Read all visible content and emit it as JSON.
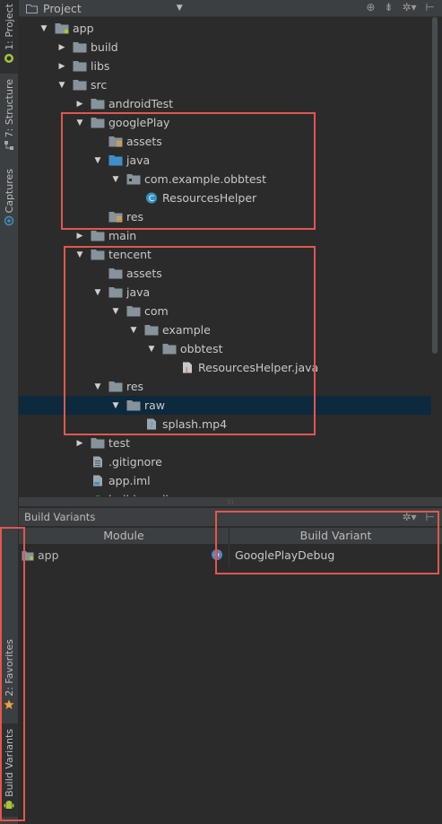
{
  "left_strip": {
    "project_tab": "1: Project",
    "structure_tab": "7: Structure",
    "captures_tab": "Captures",
    "favorites_tab": "2: Favorites",
    "build_variants_tab": "Build Variants"
  },
  "project_panel": {
    "title": "Project"
  },
  "tree": [
    {
      "label": "app",
      "level": 0,
      "arrow": "down",
      "icon": "module-folder-icon"
    },
    {
      "label": "build",
      "level": 1,
      "arrow": "right",
      "icon": "folder-icon"
    },
    {
      "label": "libs",
      "level": 1,
      "arrow": "right",
      "icon": "folder-icon"
    },
    {
      "label": "src",
      "level": 1,
      "arrow": "down",
      "icon": "folder-icon"
    },
    {
      "label": "androidTest",
      "level": 2,
      "arrow": "right",
      "icon": "folder-icon"
    },
    {
      "label": "googlePlay",
      "level": 2,
      "arrow": "down",
      "icon": "folder-icon"
    },
    {
      "label": "assets",
      "level": 3,
      "arrow": "none",
      "icon": "resource-folder-icon"
    },
    {
      "label": "java",
      "level": 3,
      "arrow": "down",
      "icon": "source-folder-icon"
    },
    {
      "label": "com.example.obbtest",
      "level": 4,
      "arrow": "down",
      "icon": "package-icon"
    },
    {
      "label": "ResourcesHelper",
      "level": 5,
      "arrow": "none",
      "icon": "class-icon"
    },
    {
      "label": "res",
      "level": 3,
      "arrow": "none",
      "icon": "resource-folder-icon"
    },
    {
      "label": "main",
      "level": 2,
      "arrow": "right",
      "icon": "folder-icon"
    },
    {
      "label": "tencent",
      "level": 2,
      "arrow": "down",
      "icon": "folder-icon"
    },
    {
      "label": "assets",
      "level": 3,
      "arrow": "none",
      "icon": "folder-icon"
    },
    {
      "label": "java",
      "level": 3,
      "arrow": "down",
      "icon": "folder-icon"
    },
    {
      "label": "com",
      "level": 4,
      "arrow": "down",
      "icon": "folder-icon"
    },
    {
      "label": "example",
      "level": 5,
      "arrow": "down",
      "icon": "folder-icon"
    },
    {
      "label": "obbtest",
      "level": 6,
      "arrow": "down",
      "icon": "folder-icon"
    },
    {
      "label": "ResourcesHelper.java",
      "level": 7,
      "arrow": "none",
      "icon": "java-file-icon"
    },
    {
      "label": "res",
      "level": 3,
      "arrow": "down",
      "icon": "folder-icon"
    },
    {
      "label": "raw",
      "level": 4,
      "arrow": "down",
      "icon": "folder-icon",
      "selected": true
    },
    {
      "label": "splash.mp4",
      "level": 5,
      "arrow": "none",
      "icon": "unknown-file-icon"
    },
    {
      "label": "test",
      "level": 2,
      "arrow": "right",
      "icon": "folder-icon"
    },
    {
      "label": ".gitignore",
      "level": 2,
      "arrow": "none",
      "icon": "text-file-icon"
    },
    {
      "label": "app.iml",
      "level": 2,
      "arrow": "none",
      "icon": "iml-file-icon"
    },
    {
      "label": "build.gradle",
      "level": 2,
      "arrow": "none",
      "icon": "gradle-file-icon"
    }
  ],
  "build_variants": {
    "title": "Build Variants",
    "columns": [
      "Module",
      "Build Variant"
    ],
    "rows": [
      {
        "module": "app",
        "variant": "GooglePlayDebug"
      }
    ]
  },
  "colors": {
    "annotation": "#e0574f",
    "selection": "#0d293e",
    "folder": "#87939a",
    "source_folder": "#3f8fc7",
    "class": "#3592c4"
  }
}
